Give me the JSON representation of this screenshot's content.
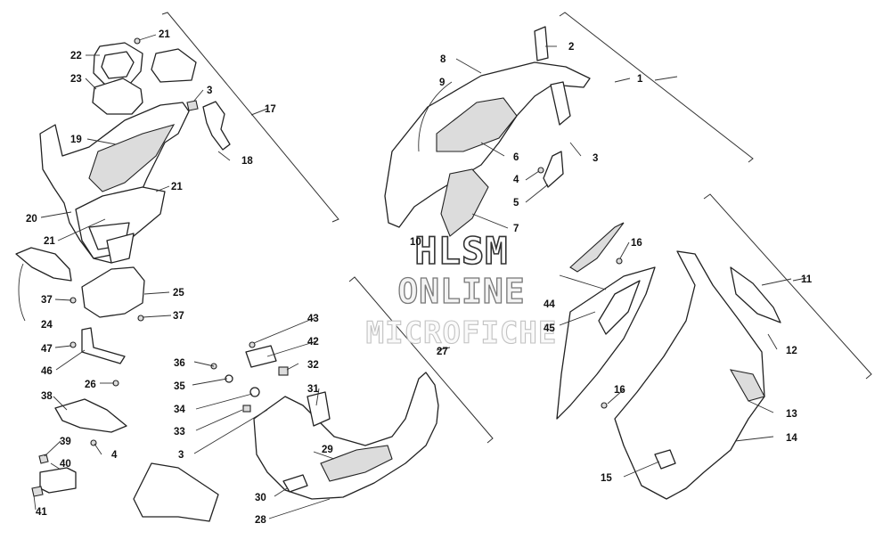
{
  "watermark": {
    "line1": "HLSM",
    "line2": "ONLINE",
    "line3": "MICROFICHE"
  },
  "callouts": {
    "c1": "1",
    "c2": "2",
    "c3a": "3",
    "c3b": "3",
    "c3c": "3",
    "c4a": "4",
    "c4b": "4",
    "c5": "5",
    "c6": "6",
    "c7": "7",
    "c8": "8",
    "c9": "9",
    "c10": "10",
    "c11": "11",
    "c12": "12",
    "c13": "13",
    "c14": "14",
    "c15": "15",
    "c16a": "16",
    "c16b": "16",
    "c17": "17",
    "c18": "18",
    "c19": "19",
    "c20": "20",
    "c21a": "21",
    "c21b": "21",
    "c21c": "21",
    "c22": "22",
    "c23": "23",
    "c24": "24",
    "c25": "25",
    "c26": "26",
    "c27": "27",
    "c28": "28",
    "c29": "29",
    "c30": "30",
    "c31": "31",
    "c32": "32",
    "c33": "33",
    "c34": "34",
    "c35": "35",
    "c36": "36",
    "c37a": "37",
    "c37b": "37",
    "c38": "38",
    "c39": "39",
    "c40": "40",
    "c41": "41",
    "c42": "42",
    "c43": "43",
    "c44": "44",
    "c45": "45",
    "c46": "46",
    "c47": "47"
  }
}
